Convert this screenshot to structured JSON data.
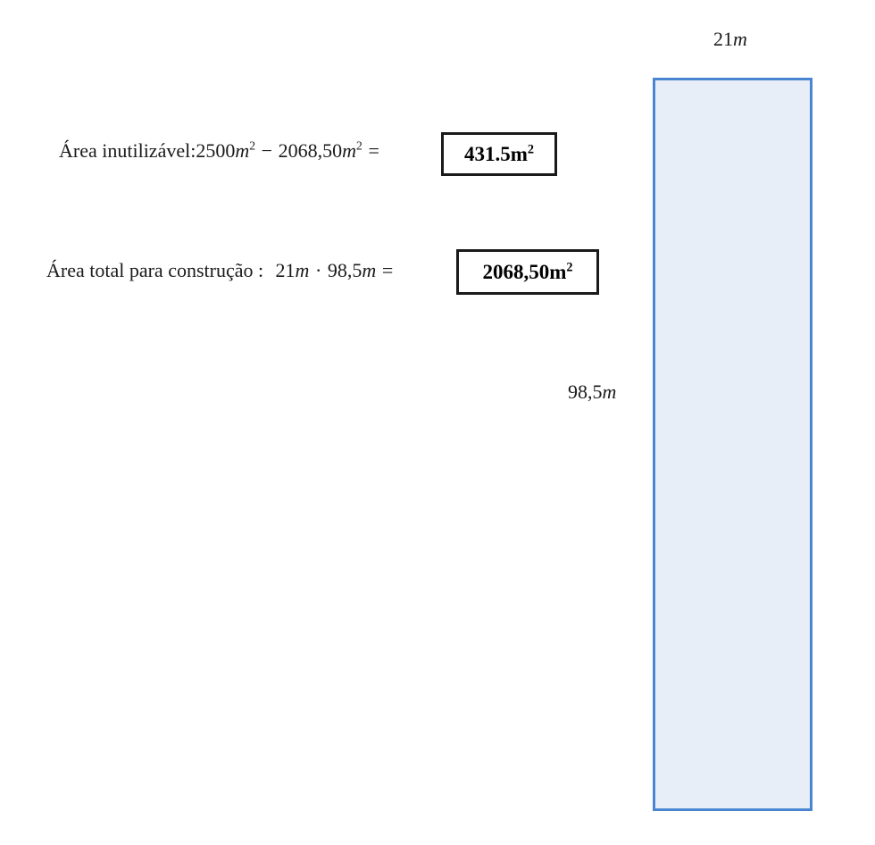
{
  "figure": {
    "shape": "rectangle",
    "fill_color": "#e8eef8",
    "border_color": "#4a86d0",
    "width_label": {
      "value": "21",
      "unit": "m"
    },
    "height_label": {
      "value": "98,5",
      "unit": "m"
    }
  },
  "equations": [
    {
      "id": "unusable-area",
      "label": "Área inutilizável:",
      "term1": {
        "value": "2500",
        "unit": "m",
        "exponent": "2"
      },
      "operator": "−",
      "term2": {
        "value": "2068,50",
        "unit": "m",
        "exponent": "2"
      },
      "equals": "=",
      "result": {
        "value": "431.5",
        "unit": "m",
        "exponent": "2"
      }
    },
    {
      "id": "total-construction-area",
      "label": "Área total para construção :",
      "term1": {
        "value": "21",
        "unit": "m"
      },
      "operator": "·",
      "term2": {
        "value": "98,5",
        "unit": "m"
      },
      "equals": "=",
      "result": {
        "value": "2068,50",
        "unit": "m",
        "exponent": "2"
      }
    }
  ]
}
